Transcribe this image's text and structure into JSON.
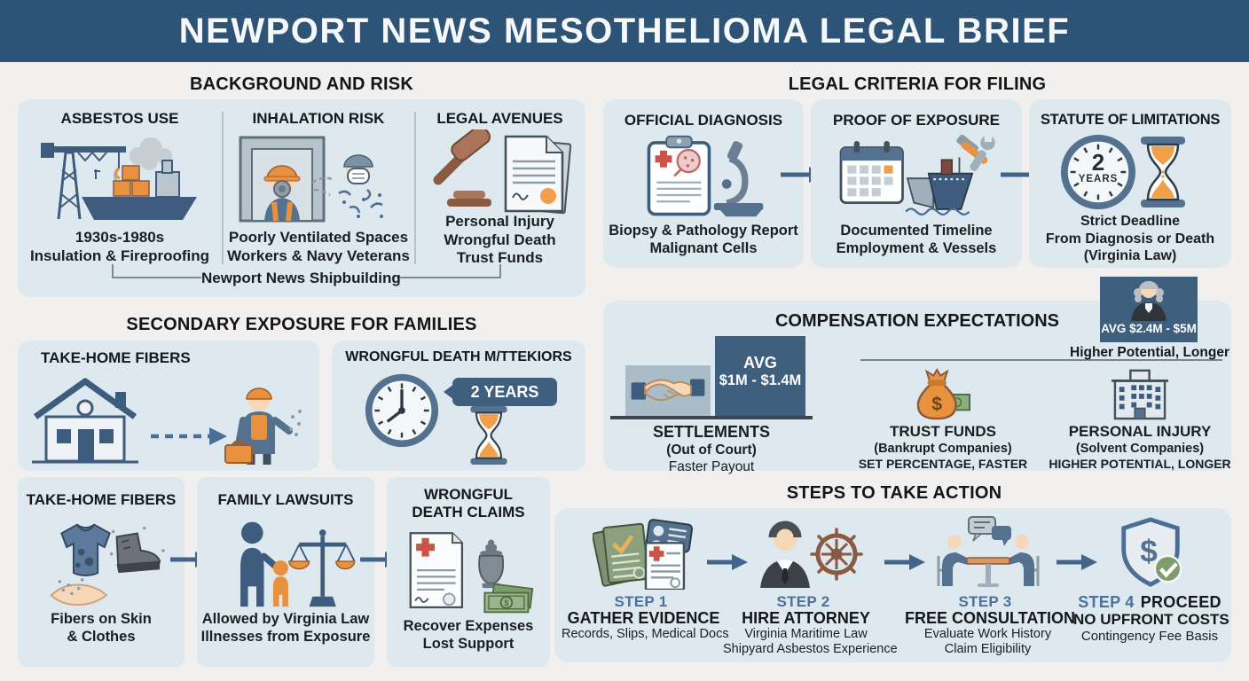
{
  "title": "NEWPORT NEWS MESOTHELIOMA LEGAL BRIEF",
  "glyphs": {
    "dollar": "$"
  },
  "colors": {
    "header_bg": "#2d5476",
    "card_bg": "#dde9ee",
    "panel_blue": "#3f5f7e",
    "arrow_blue": "#41658a",
    "step_blue": "#4c719a",
    "accent_orange": "#e8923f"
  },
  "background_risk": {
    "heading": "BACKGROUND AND RISK",
    "columns": [
      {
        "title": "ASBESTOS USE",
        "icon": "crane-ship-icon",
        "lines": [
          "1930s-1980s",
          "Insulation & Fireproofing"
        ]
      },
      {
        "title": "INHALATION RISK",
        "icon": "worker-mask-icon",
        "lines": [
          "Poorly Ventilated Spaces",
          "Workers & Navy Veterans"
        ]
      },
      {
        "title": "LEGAL AVENUES",
        "icon": "gavel-documents-icon",
        "lines": [
          "Personal Injury",
          "Wrongful Death",
          "Trust Funds"
        ]
      }
    ],
    "footer": "Newport News Shipbuilding"
  },
  "secondary_exposure": {
    "heading": "SECONDARY EXPOSURE FOR FAMILIES",
    "take_home": {
      "title": "TAKE-HOME FIBERS",
      "icon": "house-to-worker-icon"
    },
    "wrongful_death": {
      "title": "WRONGFUL DEATH M/TTEKIORS",
      "badge": "2 YEARS",
      "icon": "clock-hourglass-icon"
    }
  },
  "family_row": [
    {
      "title1": "TAKE-HOME FIBERS",
      "title2": "",
      "icon": "clothes-fibers-icon",
      "lines": [
        "Fibers on Skin",
        "& Clothes"
      ]
    },
    {
      "title1": "FAMILY LAWSUITS",
      "title2": "",
      "icon": "family-scales-icon",
      "lines": [
        "Allowed by Virginia Law",
        "Illnesses from Exposure"
      ]
    },
    {
      "title1": "WRONGFUL",
      "title2": "DEATH CLAIMS",
      "icon": "claim-urn-money-icon",
      "lines": [
        "Recover Expenses",
        "Lost Support"
      ]
    }
  ],
  "legal_criteria": {
    "heading": "LEGAL CRITERIA FOR FILING",
    "cards": [
      {
        "title": "OFFICIAL DIAGNOSIS",
        "icon": "clipboard-microscope-icon",
        "lines": [
          "Biopsy & Pathology Report",
          "Malignant Cells"
        ]
      },
      {
        "title": "PROOF OF EXPOSURE",
        "icon": "calendar-ship-tools-icon",
        "lines": [
          "Documented Timeline",
          "Employment & Vessels"
        ]
      },
      {
        "title": "STATUTE OF LIMITATIONS",
        "icon": "clock-hourglass-icon",
        "clock_value": "2",
        "clock_unit": "YEARS",
        "lines": [
          "Strict Deadline",
          "From Diagnosis or Death",
          "(Virginia Law)"
        ]
      }
    ]
  },
  "compensation": {
    "heading": "COMPENSATION EXPECTATIONS",
    "settlements": {
      "bar_label_1": "AVG",
      "bar_label_2": "$1M - $1.4M",
      "title": "SETTLEMENTS",
      "sub": "(Out of Court)",
      "note": "Faster Payout",
      "icon": "handshake-icon"
    },
    "verdict": {
      "value": "AVG $2.4M - $5M",
      "note": "Higher Potential, Longer",
      "icon": "judge-icon"
    },
    "trust_funds": {
      "title": "TRUST FUNDS",
      "sub": "(Bankrupt Companies)",
      "note": "SET PERCENTAGE, FASTER",
      "icon": "money-bag-icon"
    },
    "personal_injury": {
      "title": "PERSONAL INJURY",
      "sub": "(Solvent Companies)",
      "note": "HIGHER POTENTIAL, LONGER",
      "icon": "building-icon"
    }
  },
  "steps": {
    "heading": "STEPS TO TAKE ACTION",
    "items": [
      {
        "step": "STEP 1",
        "step_suffix": "",
        "title": "GATHER EVIDENCE",
        "icon": "documents-evidence-icon",
        "lines": [
          "Records, Slips, Medical Docs"
        ]
      },
      {
        "step": "STEP 2",
        "step_suffix": "",
        "title": "HIRE ATTORNEY",
        "icon": "attorney-wheel-icon",
        "lines": [
          "Virginia Maritime Law",
          "Shipyard Asbestos Experience"
        ]
      },
      {
        "step": "STEP 3",
        "step_suffix": "",
        "title": "FREE CONSULTATION",
        "icon": "consultation-icon",
        "lines": [
          "Evaluate Work History",
          "Claim Eligibility"
        ]
      },
      {
        "step": "STEP 4",
        "step_suffix": "PROCEED",
        "title": "NO UPFRONT COSTS",
        "icon": "shield-check-icon",
        "lines": [
          "Contingency Fee Basis"
        ]
      }
    ]
  }
}
